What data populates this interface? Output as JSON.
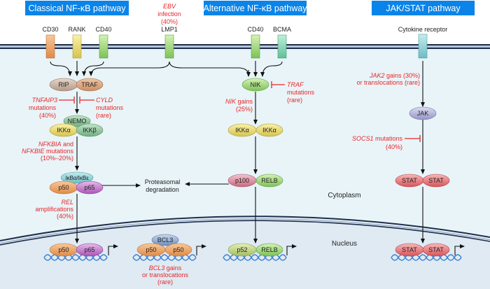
{
  "headers": {
    "classical": "Classical NF-κB pathway",
    "alternative": "Alternative NF-κB pathway",
    "jakstat": "JAK/STAT pathway"
  },
  "ebv": {
    "line1": "EBV",
    "line2": "infection",
    "line3": "(40%)"
  },
  "receptors": {
    "cd30": "CD30",
    "rank": "RANK",
    "cd40": "CD40",
    "lmp1": "LMP1",
    "cd40_alt": "CD40",
    "bcma": "BCMA",
    "cytokine": "Cytokine receptor"
  },
  "proteins": {
    "rip": "RIP",
    "traf": "TRAF",
    "nemo": "NEMO",
    "ikka": "IKKα",
    "ikkb": "IKKβ",
    "ikb": "IκBα/IκBε",
    "p50": "p50",
    "p65": "p65",
    "nik": "NIK",
    "ikka_alt": "IKKα",
    "p100": "p100",
    "relb": "RELB",
    "p52": "p52",
    "bcl3": "BCL3",
    "jak": "JAK",
    "stat": "STAT"
  },
  "annotations": {
    "tnfaip3": {
      "gene": "TNFAIP3",
      "line2": "mutations",
      "line3": "(40%)"
    },
    "cyld": {
      "gene": "CYLD",
      "line2": "mutations",
      "line3": "(rare)"
    },
    "nfkbia": {
      "gene1": "NFKBIA",
      "and": " and",
      "gene2": "NFKBIE",
      "mut": " mutations",
      "pct": "(10%–20%)"
    },
    "rel": {
      "gene": "REL",
      "line2": "amplifications",
      "line3": "(40%)"
    },
    "bcl3": {
      "gene": "BCL3",
      "rest": " gains",
      "line2": "or translocations",
      "line3": "(rare)"
    },
    "traf": {
      "gene": "TRAF",
      "line2": "mutations",
      "line3": "(rare)"
    },
    "nik": {
      "gene": "NIK",
      "rest": " gains",
      "line2": "(25%)"
    },
    "jak2": {
      "gene": "JAK2",
      "rest": " gains (30%)",
      "line2": "or translocations (rare)"
    },
    "socs1": {
      "gene": "SOCS1",
      "rest": " mutations",
      "line2": "(40%)"
    }
  },
  "proteasome": {
    "line1": "Proteasomal",
    "line2": "degradation"
  },
  "compartments": {
    "cytoplasm": "Cytoplasm",
    "nucleus": "Nucleus"
  },
  "colors": {
    "header": "#0a84e8",
    "annotation": "#e8262a",
    "cytoplasm": "#e8f4f8",
    "nucleus": "#dfeaf3"
  }
}
